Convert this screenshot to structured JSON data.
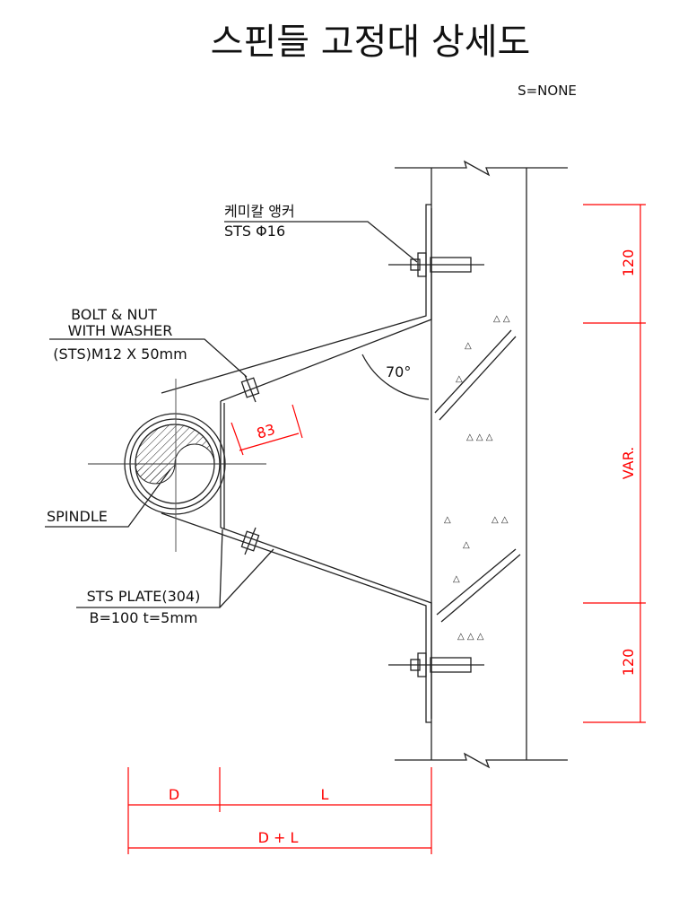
{
  "title": "스핀들 고정대 상세도",
  "scale": "S=NONE",
  "labels": {
    "anchor_line1": "케미칼 앵커",
    "anchor_line2": "STS Φ16",
    "bolt_line1": "BOLT & NUT",
    "bolt_line2": "WITH WASHER",
    "bolt_line3": "(STS)M12 X 50mm",
    "spindle": "SPINDLE",
    "plate_line1": "STS PLATE(304)",
    "plate_line2": "B=100 t=5mm",
    "angle": "70°"
  },
  "dimensions": {
    "top": "120",
    "middle": "VAR.",
    "bottom": "120",
    "gap": "83",
    "d": "D",
    "l": "L",
    "total": "D + L"
  },
  "colors": {
    "dimension": "#ff0000",
    "line": "#222222"
  }
}
